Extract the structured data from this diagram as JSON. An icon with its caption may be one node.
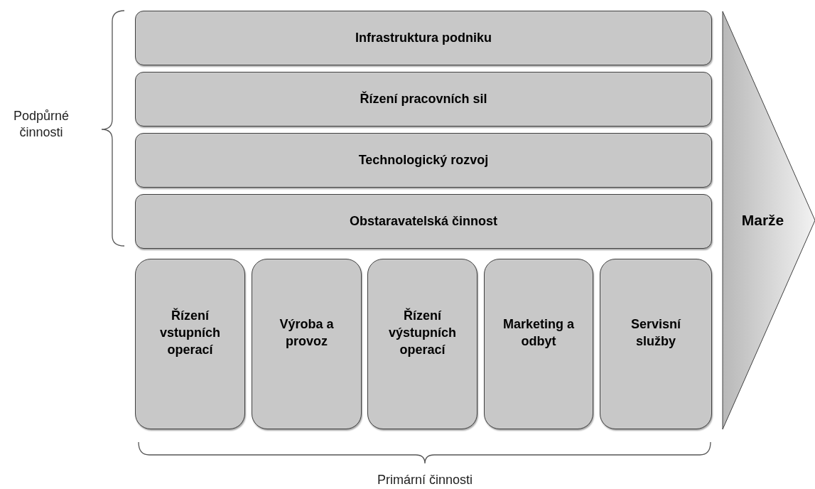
{
  "diagram": {
    "nodes": [
      {
        "text": [
          "Infrastruktura podniku"
        ]
      },
      {
        "text": [
          "Řízení pracovních sil"
        ]
      },
      {
        "text": [
          "Technologický rozvoj"
        ]
      },
      {
        "text": [
          "Obstaravatelská činnost"
        ]
      },
      {
        "text": [
          "Řízení vstupních operací"
        ]
      },
      {
        "text": [
          "Výroba a provoz"
        ]
      },
      {
        "text": [
          "Řízení výstupních operací"
        ]
      },
      {
        "text": [
          "Marketing a odbyt"
        ]
      },
      {
        "text": [
          "Servisní služby"
        ]
      },
      {
        "text": [
          "Marže"
        ]
      }
    ],
    "labels": [
      "Podpůrné činnosti",
      "Primární činnosti"
    ]
  }
}
